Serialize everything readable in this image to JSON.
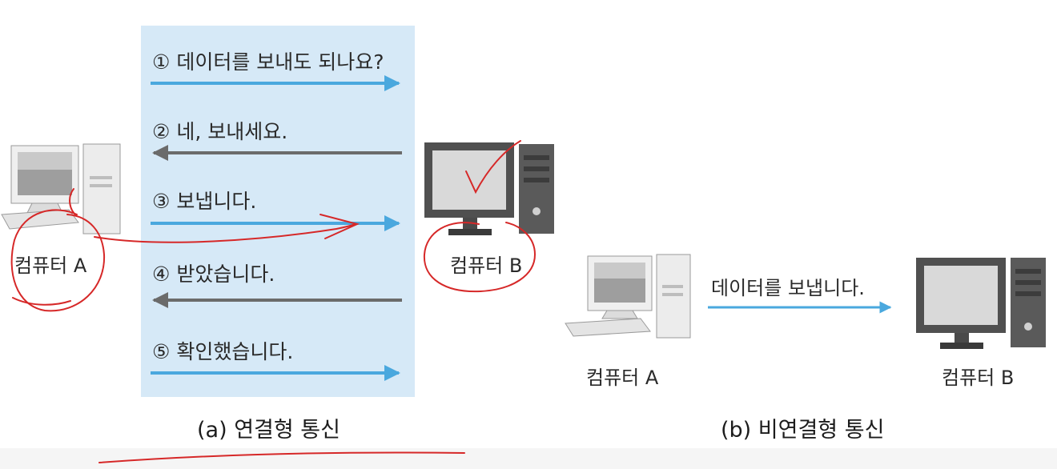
{
  "diagram": {
    "connection_oriented": {
      "steps": [
        {
          "text": "① 데이터를 보내도 되나요?",
          "direction": "right"
        },
        {
          "text": "② 네, 보내세요.",
          "direction": "left"
        },
        {
          "text": "③ 보냅니다.",
          "direction": "right"
        },
        {
          "text": "④ 받았습니다.",
          "direction": "left"
        },
        {
          "text": "⑤ 확인했습니다.",
          "direction": "right"
        }
      ],
      "computer_a": "컴퓨터 A",
      "computer_b": "컴퓨터 B",
      "caption": "(a) 연결형 통신"
    },
    "connectionless": {
      "message": "데이터를 보냅니다.",
      "computer_a": "컴퓨터 A",
      "computer_b": "컴퓨터 B",
      "caption": "(b) 비연결형 통신"
    }
  },
  "colors": {
    "panel": "#d6e9f7",
    "arrow_send": "#4aa8de",
    "arrow_reply": "#6b6b6b",
    "annotation": "#d62828"
  }
}
